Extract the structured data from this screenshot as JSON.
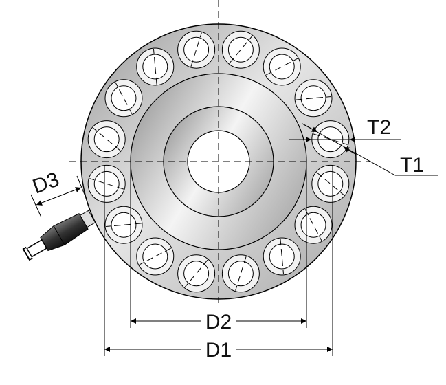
{
  "diagram": {
    "labels": {
      "d1": "D1",
      "d2": "D2",
      "d3": "D3",
      "t1": "T1",
      "t2": "T2"
    },
    "bolt_hole_count": 16
  }
}
